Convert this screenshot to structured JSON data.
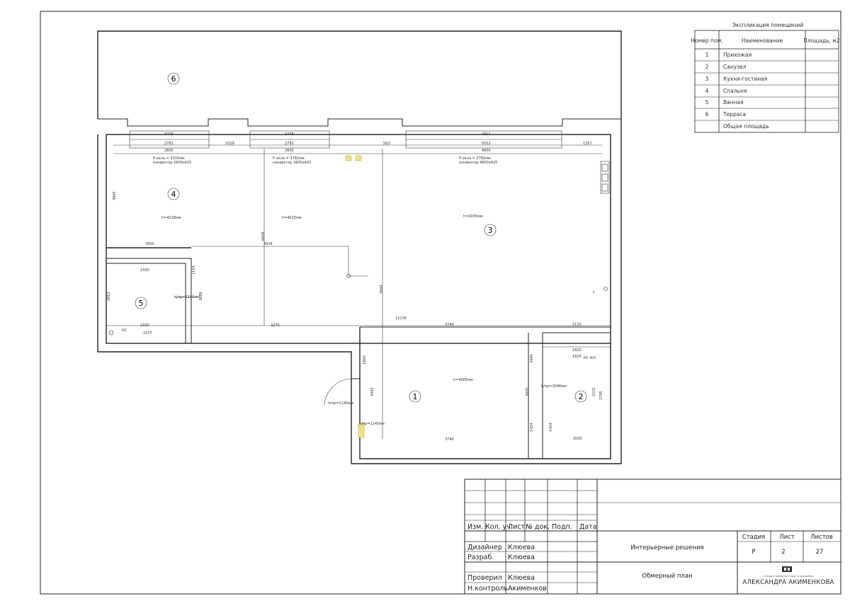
{
  "explication": {
    "title": "Экспликация помещений",
    "headers": {
      "num": "Номер пом.",
      "name": "Наименование",
      "area": "Площадь, м2"
    },
    "rows": [
      {
        "num": "1",
        "name": "Прихожая",
        "area": ""
      },
      {
        "num": "2",
        "name": "Санузел",
        "area": ""
      },
      {
        "num": "3",
        "name": "Кухня-гостиная",
        "area": ""
      },
      {
        "num": "4",
        "name": "Спальня",
        "area": ""
      },
      {
        "num": "5",
        "name": "Ванная",
        "area": ""
      },
      {
        "num": "6",
        "name": "Терраса",
        "area": ""
      },
      {
        "num": "",
        "name": "Общая площадь",
        "area": ""
      }
    ]
  },
  "rooms": {
    "r1": "1",
    "r2": "2",
    "r3": "3",
    "r4": "4",
    "r5": "5",
    "r6": "6"
  },
  "heights": {
    "h4": "h=4228мм",
    "h_mid": "h=4025мм",
    "h3": "h=4005мм",
    "h1": "h=4005мм",
    "h_door1": "h/пр=2140мм",
    "h_door2": "h/пр=2096мм",
    "h_door3": "h/пр=2180мм",
    "h_door4": "h/пр=1140мм"
  },
  "window_notes": {
    "w1_a": "Р.окна = 3315мм",
    "w1_b": "конвектор 2600х425",
    "w2_a": "Р.окна = 3782мм",
    "w2_b": "конвектор 2600х425",
    "w3_a": "Р.окна = 3782мм",
    "w3_b": "конвектор 4800х425"
  },
  "dims": {
    "d1": "3478",
    "d2": "2782",
    "d3": "2600",
    "d4": "1029",
    "d5": "3478",
    "d6": "2782",
    "d7": "2600",
    "d8": "562",
    "d9": "4814",
    "d10": "5552",
    "d11": "4800",
    "d12": "1357",
    "d13": "2600",
    "d14": "3934",
    "d15": "2330",
    "d16": "2330",
    "d17": "2157",
    "d18": "3275",
    "d19": "12136",
    "d20": "3740",
    "d21": "2125",
    "d22": "3740",
    "d23": "2000",
    "d24": "1820",
    "d25": "1820",
    "d26": "3865",
    "d27": "6608",
    "d28": "2052",
    "d29": "3944",
    "d30": "3440",
    "d31": "1424",
    "d32": "1424",
    "d33": "3005",
    "d34": "2215",
    "d35": "2795",
    "d36": "1154",
    "d37": "3689",
    "d38": "1860",
    "d39": "3465"
  },
  "marks": {
    "ks1": "КС",
    "ks2": "КС №5",
    "mark_c": "с"
  },
  "stamp": {
    "headers": {
      "izm": "Изм.",
      "kol": "Кол. уч.",
      "list": "Лист",
      "doc": "№ док.",
      "podp": "Подп.",
      "date": "Дата"
    },
    "roles": [
      {
        "role": "Дизайнер",
        "name": "Клюева"
      },
      {
        "role": "Разраб.",
        "name": "Клюева"
      },
      {
        "role": "",
        "name": ""
      },
      {
        "role": "Проверил",
        "name": "Клюева"
      },
      {
        "role": "Н.контроль",
        "name": "Акименков"
      }
    ],
    "project": "Интерьерные решения",
    "sheet_title": "Обмерный план",
    "stage_h": "Стадия",
    "sheet_h": "Лист",
    "sheets_h": "Листов",
    "stage": "Р",
    "sheet": "2",
    "sheets": "27",
    "studio_small": "студия архитектуры и дизайна",
    "studio_big": "АЛЕКСАНДРА АКИМЕНКОВА"
  }
}
